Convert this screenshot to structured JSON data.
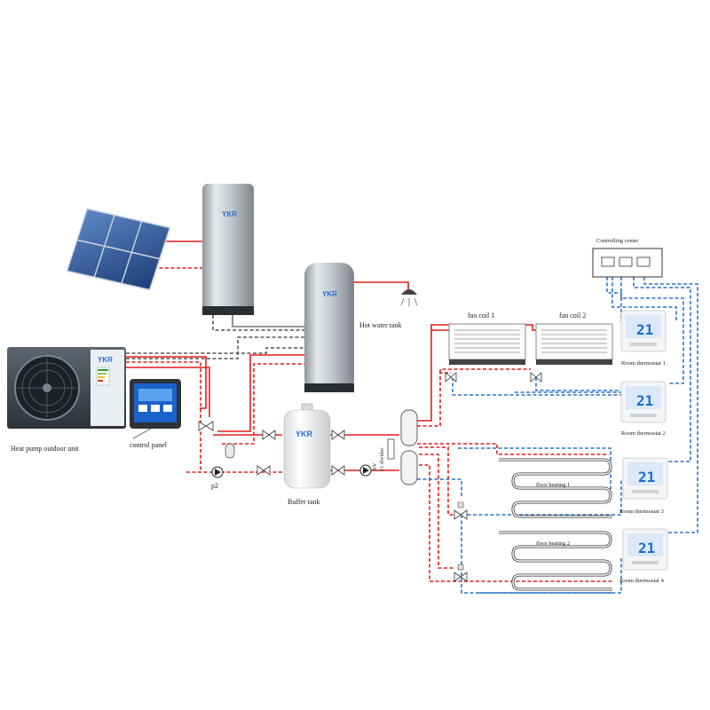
{
  "labels": {
    "heat_pump": "Heat pump outdoor unit",
    "control_panel": "control panel",
    "hot_water_tank": "Hot water tank",
    "buffer_tank": "Buffer tank",
    "p2": "p2",
    "sv": "SV",
    "distributor": "(1 divider",
    "controlling_center": "Controlling center",
    "fan_coil_1": "fan coil 1",
    "fan_coil_2": "fan coil 2",
    "floor_heating_1": "floor heating 1",
    "floor_heating_2": "floor heating 2",
    "room_thermostat_1": "Room thermostat 1",
    "room_thermostat_2": "Room thermostat 2",
    "room_thermostat_3": "Room thermostat 3",
    "room_thermostat_4": "Room thermostat 4"
  },
  "brand": "YKR",
  "thermostat_reading": "21",
  "colors": {
    "supply_pipe": "#e21d1d",
    "return_pipe": "#2d74c9",
    "solar_pipe": "#555555",
    "tank_steel": "#c9cdd1"
  },
  "icons": [
    "solar-panel-icon",
    "shower-icon",
    "pump-icon",
    "valve-icon",
    "thermostat-icon",
    "fan-icon"
  ]
}
